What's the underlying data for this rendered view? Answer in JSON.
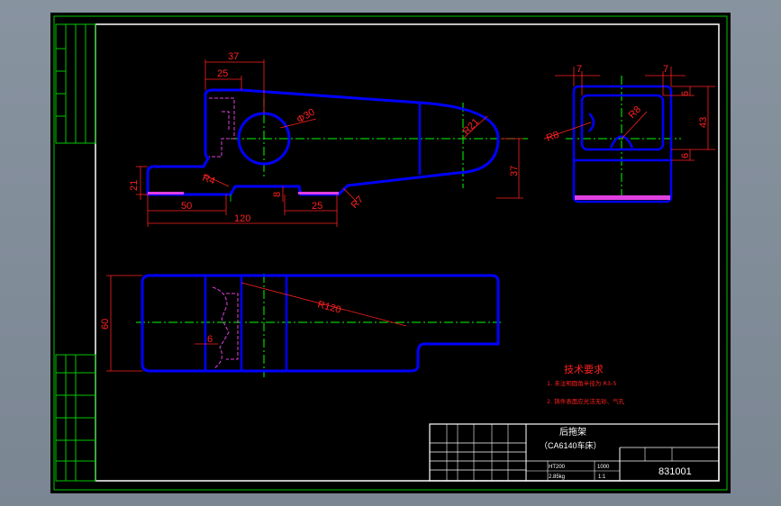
{
  "drawing": {
    "part_name": "后拖架",
    "machine": "（CA6140车床）",
    "drawing_number": "831001",
    "tech_requirements_title": "技术要求",
    "tech_requirements": [
      "1. 未注明圆角半径为 R3-5",
      "2. 铸件表面应光洁无砂、气孔"
    ],
    "title_block_cells": {
      "material": "HT200",
      "mass": "2.85kg",
      "scale": "1:1",
      "ratio": "1000"
    }
  },
  "dimensions": {
    "d37_top": "37",
    "d25_top": "25",
    "phi30": "Φ30",
    "r21": "R21",
    "r4": "R4",
    "d21": "21",
    "d8": "8",
    "r7": "R7",
    "d37_right": "37",
    "d50": "50",
    "d25_bottom": "25",
    "d120": "120",
    "d7_left": "7",
    "d7_right": "7",
    "d6_top": "6",
    "d43": "43",
    "d6_bottom": "6",
    "r8_left": "R8",
    "r8_right": "R8",
    "r120": "R120",
    "d60": "60",
    "d6_plan": "6"
  },
  "colors": {
    "background": "#7f8a96",
    "sheet": "#000000",
    "frame": "#ffffff",
    "border_grid": "#00c800",
    "outline": "#0000ff",
    "dimension": "#ff2020",
    "centerline": "#00ff00",
    "hidden": "#e040e0"
  }
}
